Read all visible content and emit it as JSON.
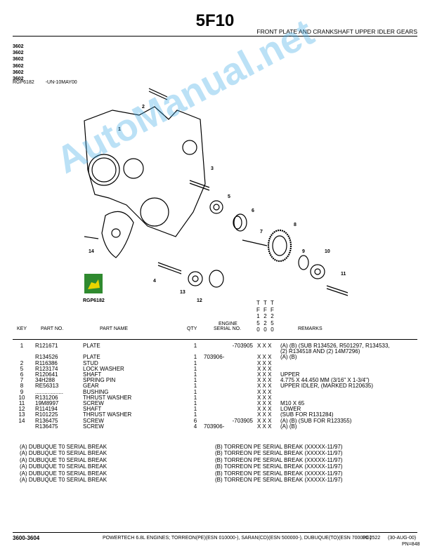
{
  "header": {
    "section": "5F10",
    "title": "FRONT PLATE AND CRANKSHAFT UPPER IDLER GEARS",
    "models": [
      "3602",
      "3602",
      "3602",
      "3602",
      "3602",
      "3602"
    ],
    "image_ref": "RGP6182",
    "image_date": "-UN-10MAY00"
  },
  "diagram": {
    "label": "RGP6182",
    "callouts": [
      "1",
      "2",
      "3",
      "4",
      "5",
      "6",
      "7",
      "8",
      "9",
      "10",
      "11",
      "12",
      "13",
      "14"
    ]
  },
  "watermark": "AutoManual.net",
  "table": {
    "col_key": "KEY",
    "col_part": "PART NO.",
    "col_name": "PART NAME",
    "col_qty": "QTY",
    "col_engine": "ENGINE",
    "col_serial": "SERIAL NO.",
    "col_remarks": "REMARKS",
    "tf_cols": [
      [
        "T",
        "F",
        "1",
        "5",
        "0"
      ],
      [
        "T",
        "F",
        "2",
        "2",
        "0"
      ],
      [
        "T",
        "F",
        "2",
        "5",
        "0"
      ]
    ],
    "rows": [
      {
        "key": "1",
        "part": "R121671",
        "name": "PLATE",
        "qty": "1",
        "serial": "-703905",
        "tf": "X X X",
        "remarks": "(A) (B) (SUB R134526, R501297, R134533,"
      },
      {
        "key": "",
        "part": "",
        "name": "",
        "qty": "",
        "serial": "",
        "tf": "",
        "remarks": "(2) R134518 AND (2) 14M7296)"
      },
      {
        "key": "",
        "part": "R134526",
        "name": "PLATE",
        "qty": "1",
        "serial": "703906-",
        "tf": "X X X",
        "remarks": "(A) (B)"
      },
      {
        "key": "2",
        "part": "R116386",
        "name": "STUD",
        "qty": "1",
        "serial": "",
        "tf": "X X X",
        "remarks": ""
      },
      {
        "key": "5",
        "part": "R123174",
        "name": "LOCK WASHER",
        "qty": "1",
        "serial": "",
        "tf": "X X X",
        "remarks": ""
      },
      {
        "key": "6",
        "part": "R120641",
        "name": "SHAFT",
        "qty": "1",
        "serial": "",
        "tf": "X X X",
        "remarks": "UPPER"
      },
      {
        "key": "7",
        "part": "34H288",
        "name": "SPRING PIN",
        "qty": "1",
        "serial": "",
        "tf": "X X X",
        "remarks": "4.775 X 44.450 MM (3/16\" X 1-3/4\")"
      },
      {
        "key": "8",
        "part": "RE56313",
        "name": "GEAR",
        "qty": "1",
        "serial": "",
        "tf": "X X X",
        "remarks": "UPPER IDLER, (MARKED R120635)"
      },
      {
        "key": "9",
        "part": "..................",
        "name": "BUSHING",
        "qty": "1",
        "serial": "",
        "tf": "X X X",
        "remarks": ""
      },
      {
        "key": "10",
        "part": "R131206",
        "name": "THRUST WASHER",
        "qty": "1",
        "serial": "",
        "tf": "X X X",
        "remarks": ""
      },
      {
        "key": "11",
        "part": "19M8997",
        "name": "SCREW",
        "qty": "1",
        "serial": "",
        "tf": "X X X",
        "remarks": "M10 X 65"
      },
      {
        "key": "12",
        "part": "R114194",
        "name": "SHAFT",
        "qty": "1",
        "serial": "",
        "tf": "X X X",
        "remarks": "LOWER"
      },
      {
        "key": "13",
        "part": "R101225",
        "name": "THRUST WASHER",
        "qty": "1",
        "serial": "",
        "tf": "X X X",
        "remarks": "(SUB FOR R131284)"
      },
      {
        "key": "14",
        "part": "R136475",
        "name": "SCREW",
        "qty": "6",
        "serial": "-703905",
        "tf": "X X X",
        "remarks": "(A) (B) (SUB FOR R123355)"
      },
      {
        "key": "",
        "part": "R136475",
        "name": "SCREW",
        "qty": "4",
        "serial": "703906-",
        "tf": "X X X",
        "remarks": "(A) (B)"
      }
    ]
  },
  "footnotes": {
    "left": [
      "(A) DUBUQUE T0 SERIAL BREAK",
      "(A) DUBUQUE T0 SERIAL BREAK",
      "(A) DUBUQUE T0 SERIAL BREAK",
      "(A) DUBUQUE T0 SERIAL BREAK",
      "(A) DUBUQUE T0 SERIAL BREAK",
      "(A) DUBUQUE T0 SERIAL BREAK"
    ],
    "right": [
      "(B) TORREON PE SERIAL BREAK (XXXXX-11/97)",
      "(B) TORREON PE SERIAL BREAK (XXXXX-11/97)",
      "(B) TORREON PE SERIAL BREAK (XXXXX-11/97)",
      "(B) TORREON PE SERIAL BREAK (XXXXX-11/97)",
      "(B) TORREON PE SERIAL BREAK (XXXXX-11/97)",
      "(B) TORREON PE SERIAL BREAK (XXXXX-11/97)"
    ]
  },
  "footer": {
    "page": "3600-3604",
    "text": "POWERTECH 6.8L ENGINES; TORREON(PE)(ESN 010000-), SARAN(CD)(ESN 500000-), DUBUQUE(TO)(ESN 700000-)",
    "pc": "PC2522",
    "date": "(30-AUG-00)",
    "pn": "PN=848"
  }
}
